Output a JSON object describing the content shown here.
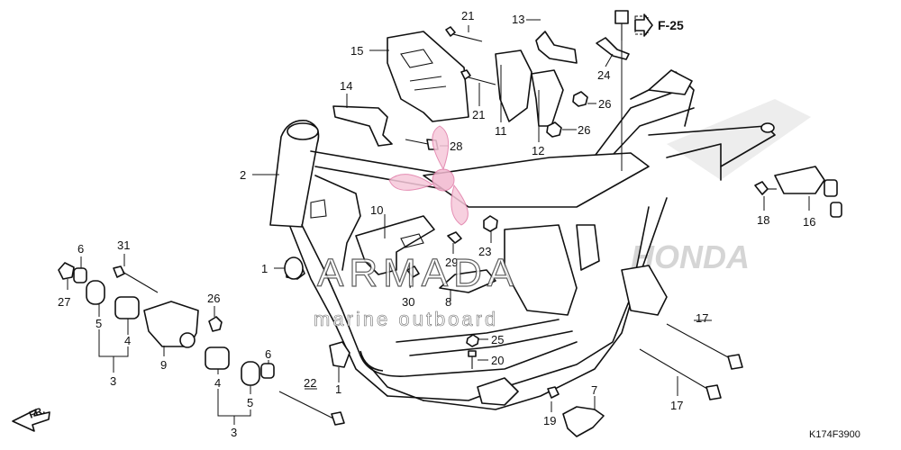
{
  "diagram": {
    "code": "K174F3900",
    "ref_section": "F-25",
    "direction_label": "FR.",
    "watermark": {
      "brand": "HONDA",
      "title": "ARMADA",
      "subtitle": "marine outboard"
    },
    "callouts": [
      {
        "id": "c2",
        "text": "2"
      },
      {
        "id": "c15",
        "text": "15"
      },
      {
        "id": "c14",
        "text": "14"
      },
      {
        "id": "c21a",
        "text": "21"
      },
      {
        "id": "c21b",
        "text": "21"
      },
      {
        "id": "c13",
        "text": "13"
      },
      {
        "id": "c24",
        "text": "24"
      },
      {
        "id": "c11",
        "text": "11"
      },
      {
        "id": "c12",
        "text": "12"
      },
      {
        "id": "c26a",
        "text": "26"
      },
      {
        "id": "c26b",
        "text": "26"
      },
      {
        "id": "c28",
        "text": "28"
      },
      {
        "id": "c10",
        "text": "10"
      },
      {
        "id": "c23",
        "text": "23"
      },
      {
        "id": "c29",
        "text": "29"
      },
      {
        "id": "c30",
        "text": "30"
      },
      {
        "id": "c8",
        "text": "8"
      },
      {
        "id": "c1a",
        "text": "1"
      },
      {
        "id": "c1b",
        "text": "1"
      },
      {
        "id": "c6a",
        "text": "6"
      },
      {
        "id": "c27",
        "text": "27"
      },
      {
        "id": "c31",
        "text": "31"
      },
      {
        "id": "c5a",
        "text": "5"
      },
      {
        "id": "c4a",
        "text": "4"
      },
      {
        "id": "c3a",
        "text": "3"
      },
      {
        "id": "c9",
        "text": "9"
      },
      {
        "id": "c26c",
        "text": "26"
      },
      {
        "id": "c4b",
        "text": "4"
      },
      {
        "id": "c5b",
        "text": "5"
      },
      {
        "id": "c6b",
        "text": "6"
      },
      {
        "id": "c3b",
        "text": "3"
      },
      {
        "id": "c22",
        "text": "22"
      },
      {
        "id": "c25",
        "text": "25"
      },
      {
        "id": "c20",
        "text": "20"
      },
      {
        "id": "c19",
        "text": "19"
      },
      {
        "id": "c7",
        "text": "7"
      },
      {
        "id": "c17a",
        "text": "17"
      },
      {
        "id": "c17b",
        "text": "17"
      },
      {
        "id": "c18",
        "text": "18"
      },
      {
        "id": "c16",
        "text": "16"
      }
    ]
  }
}
